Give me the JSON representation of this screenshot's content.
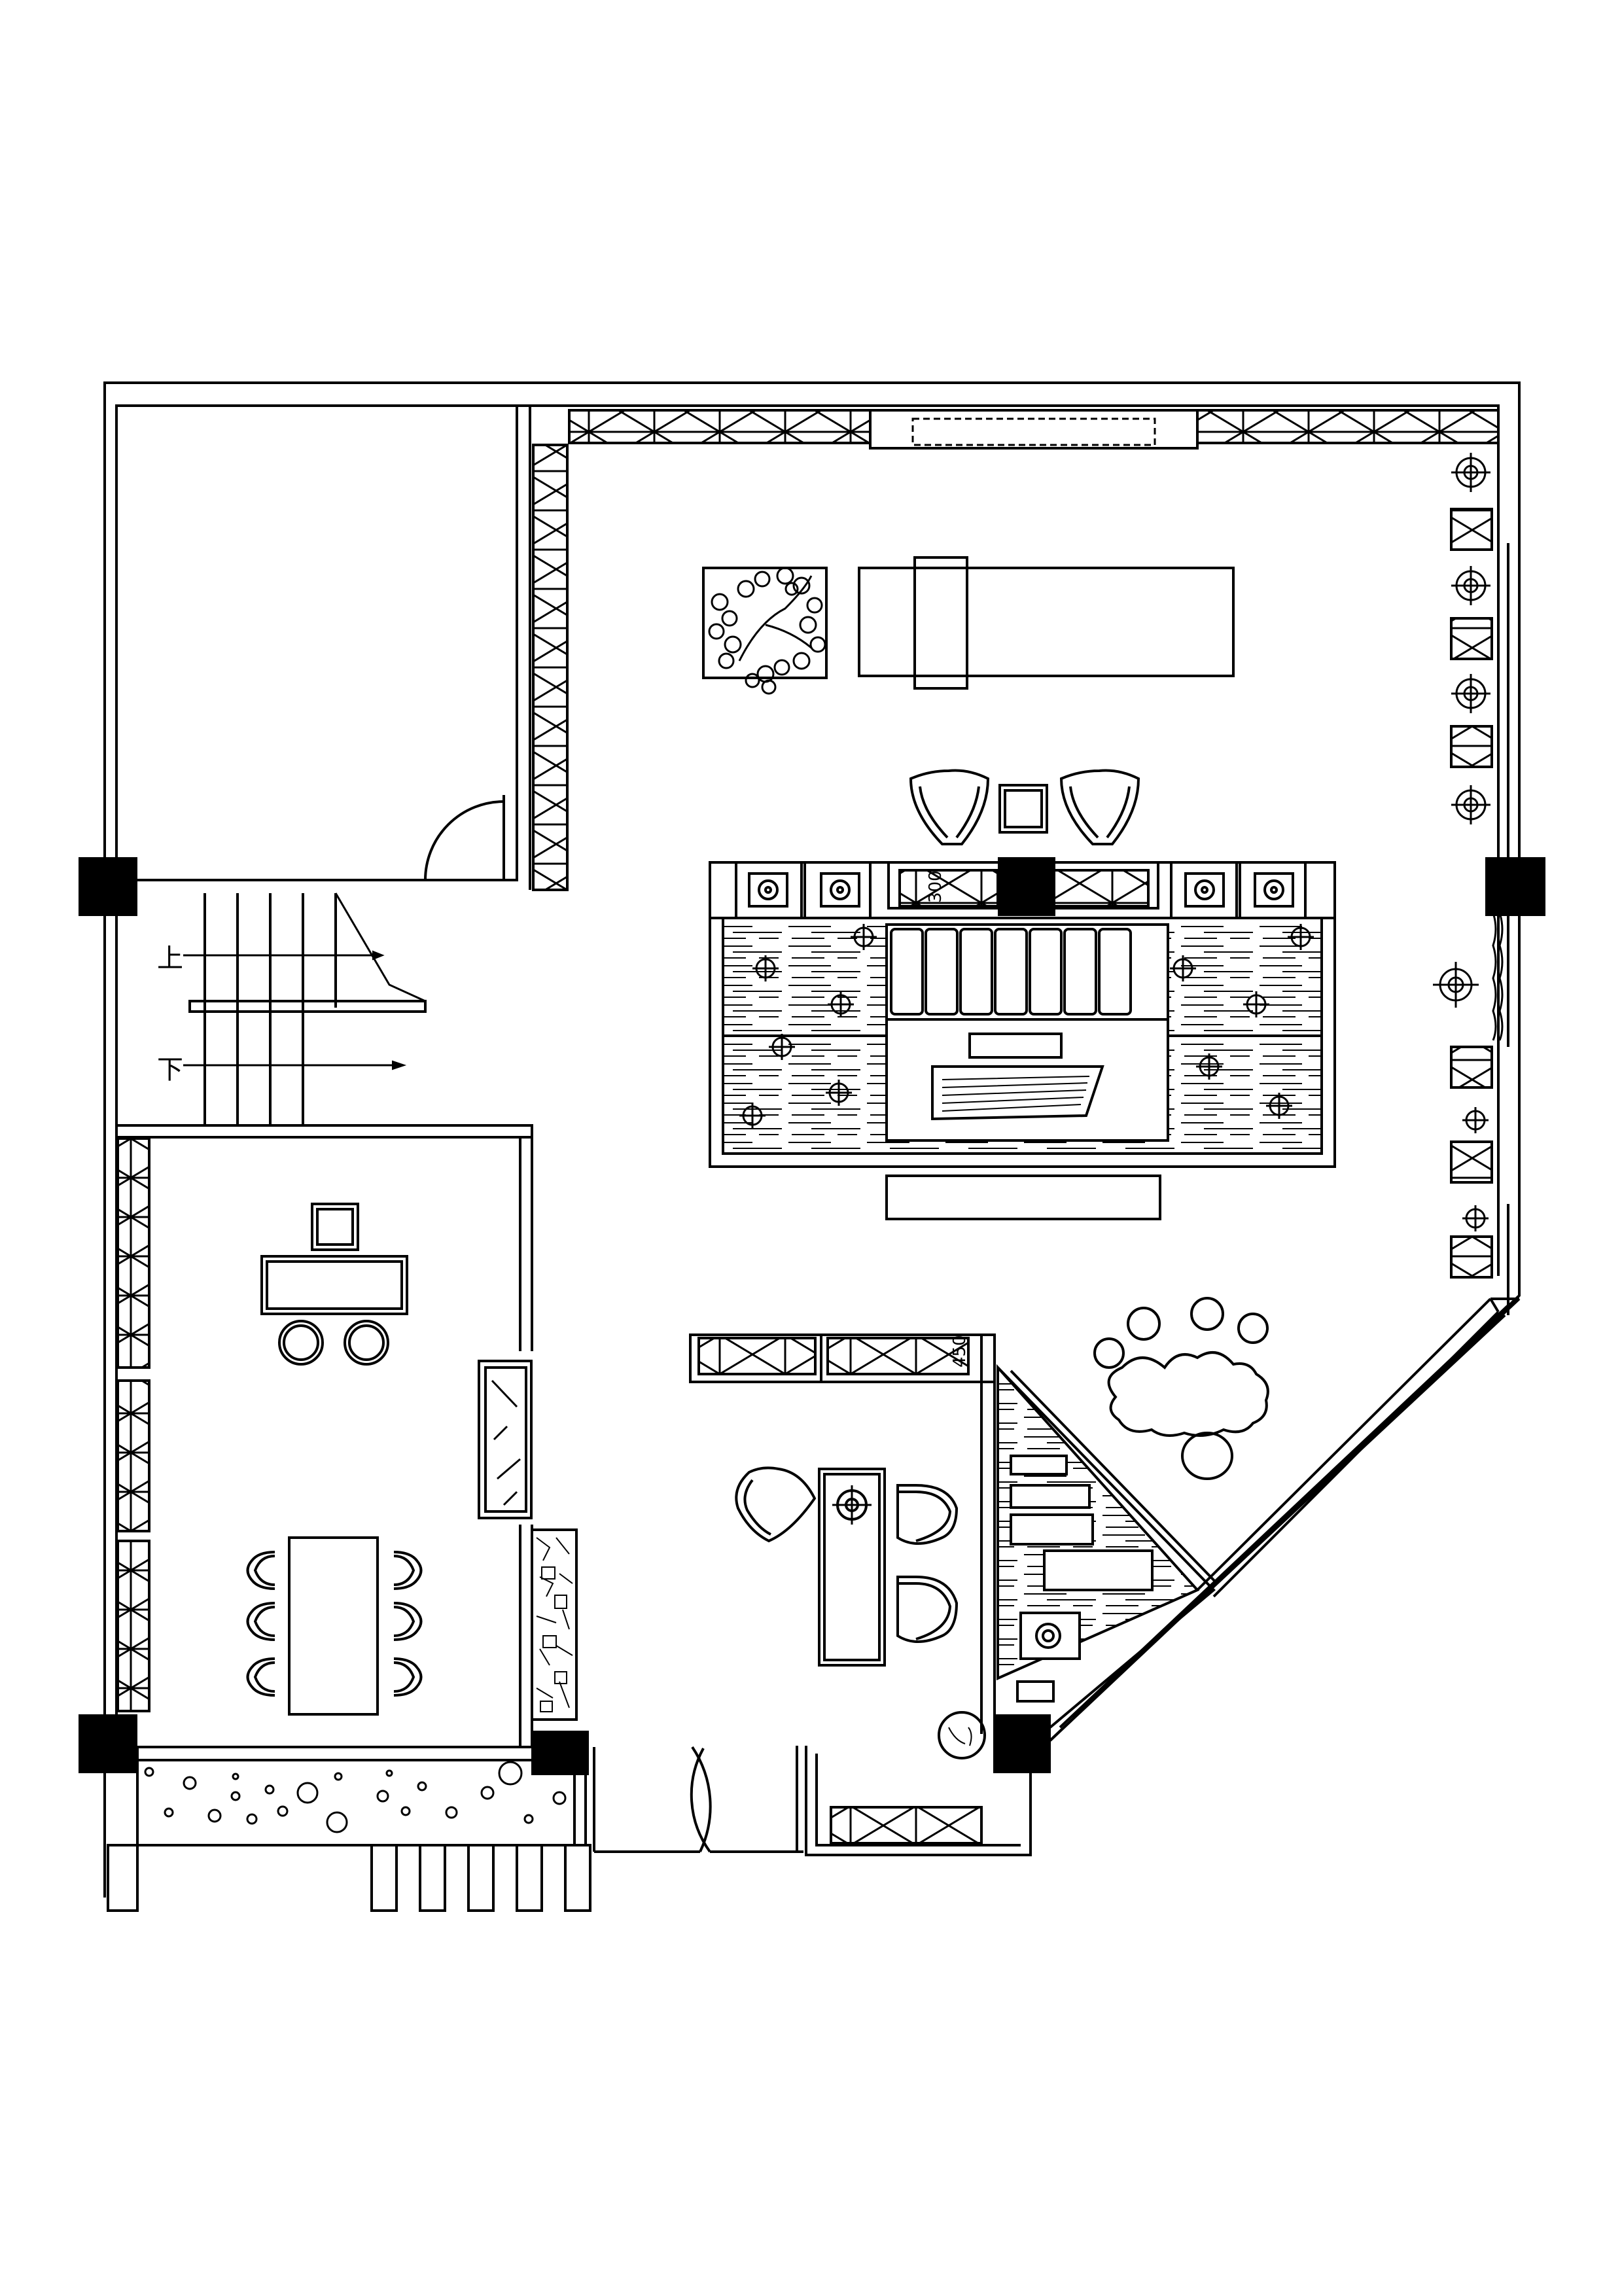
{
  "colors": {
    "line": "#000000",
    "background": "#ffffff",
    "column": "#000000"
  },
  "stair": {
    "up_label": "上",
    "down_label": "下"
  },
  "dimensions": {
    "cabinet_depth_top": "300",
    "cabinet_depth_bottom": "450"
  }
}
